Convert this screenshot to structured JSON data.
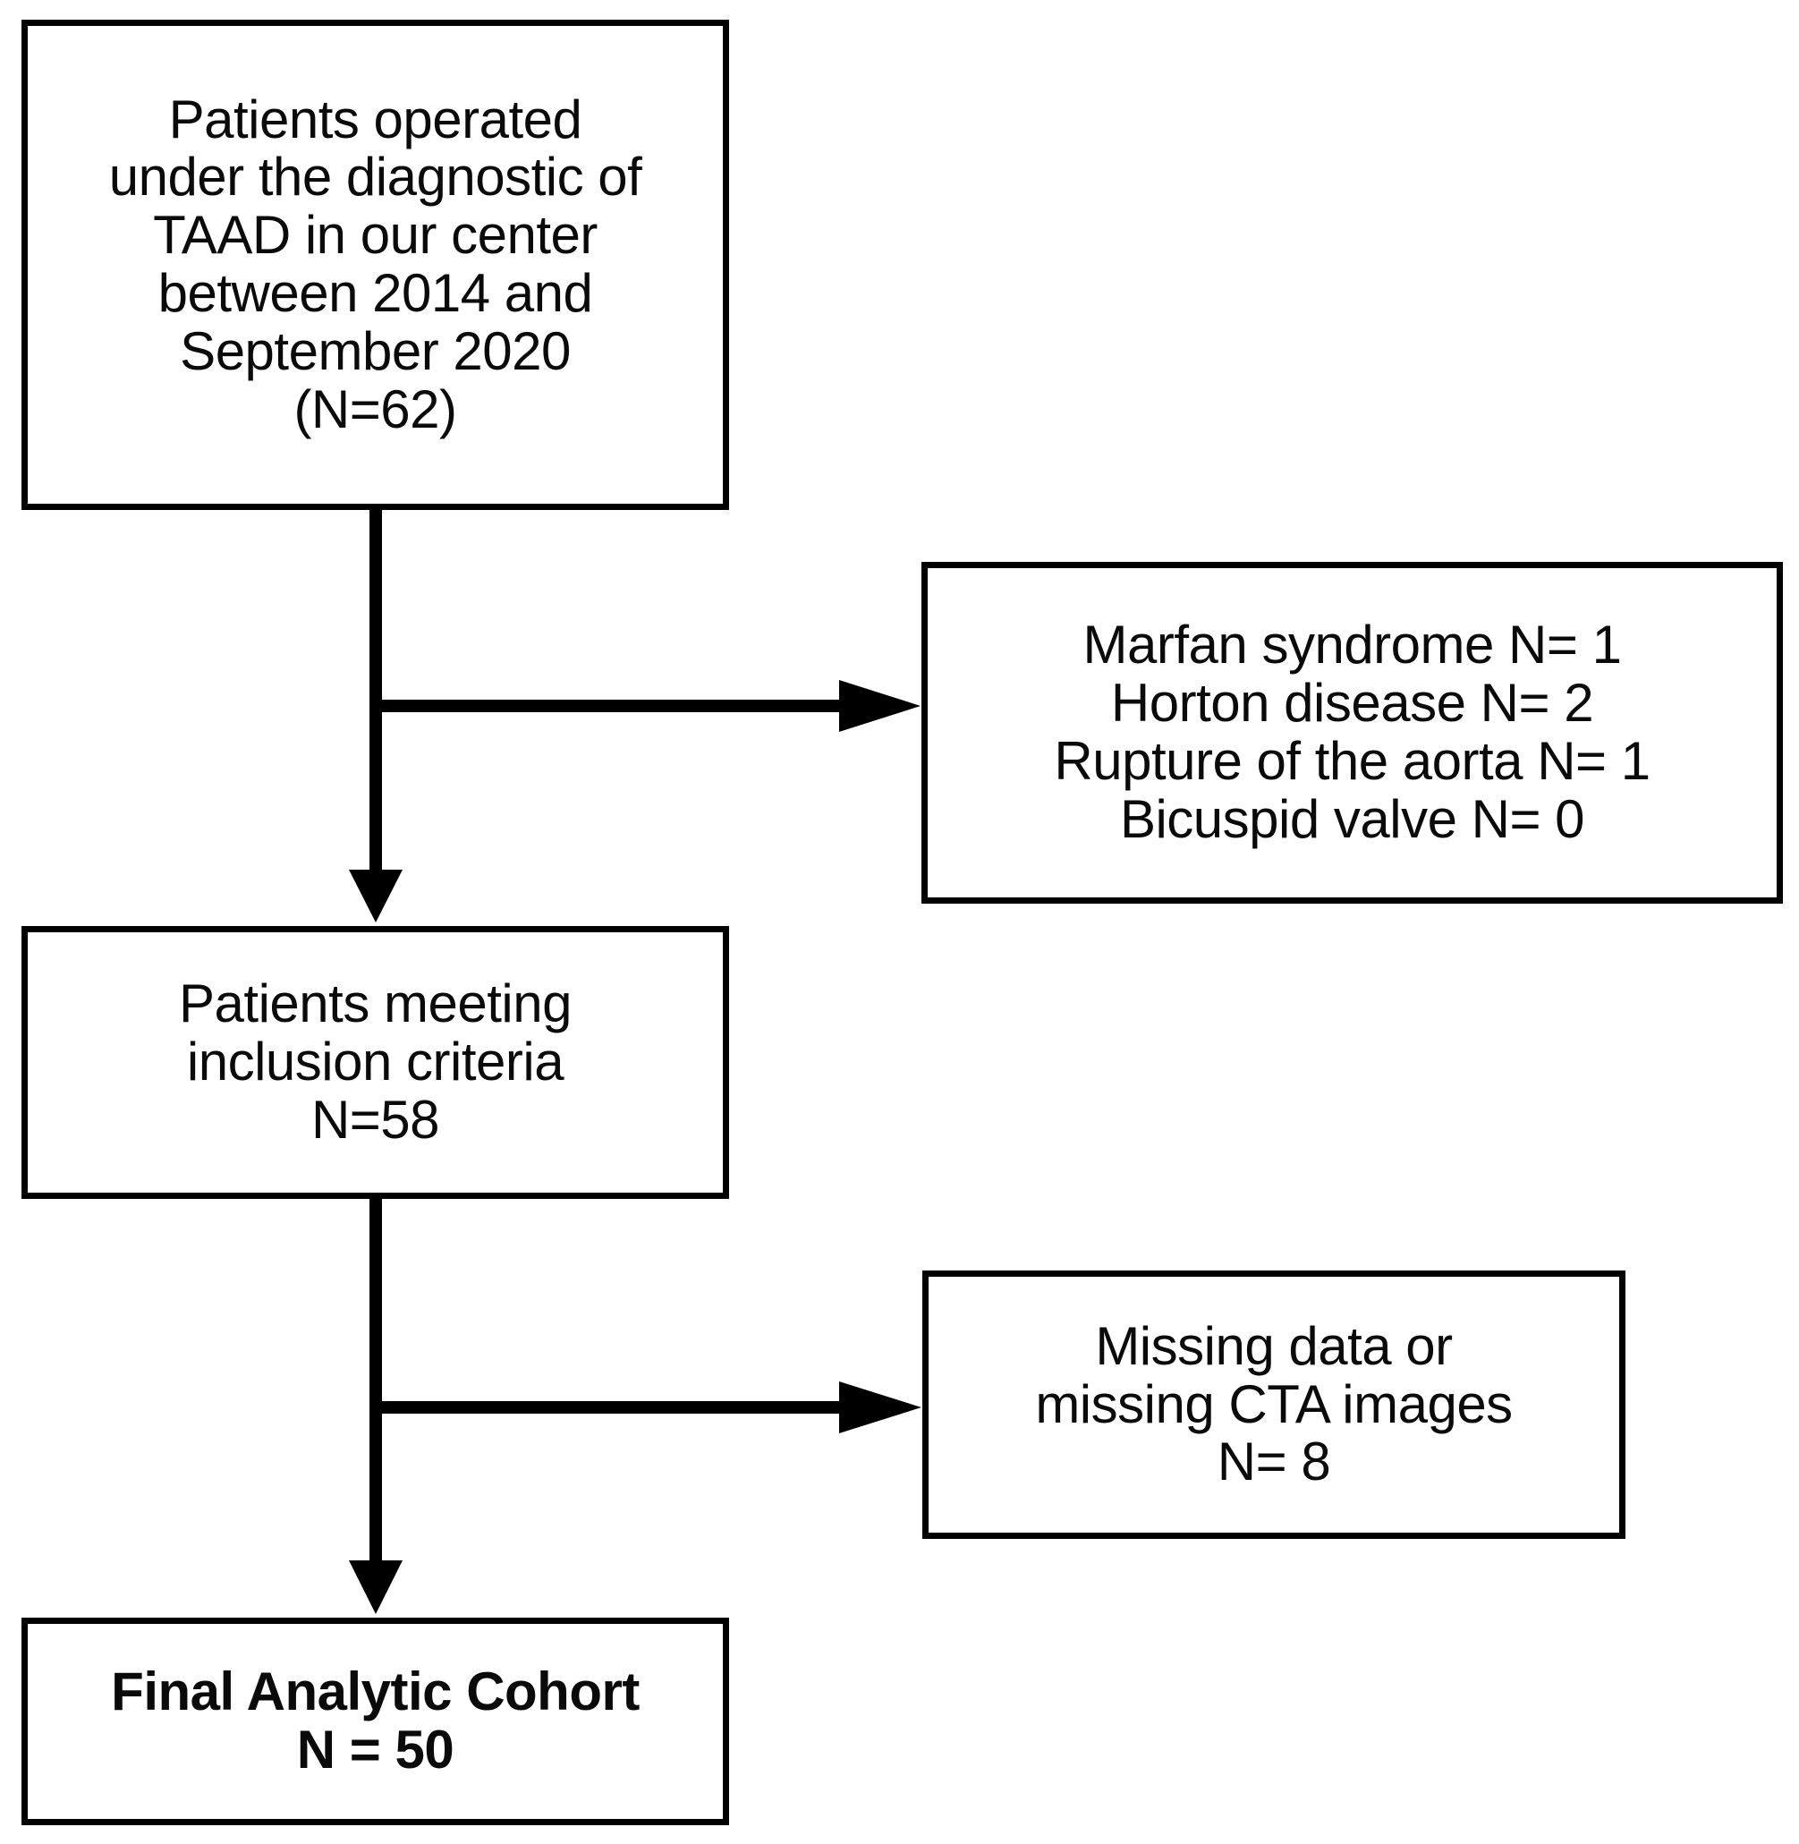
{
  "diagram": {
    "type": "flowchart",
    "orientation": "top-down",
    "colors": {
      "background": "#ffffff",
      "box_border": "#000000",
      "text": "#0a0a0a",
      "connector": "#000000"
    },
    "nodes": [
      {
        "id": "cohort-source",
        "role": "source-population",
        "bold": false,
        "lines": [
          "Patients operated",
          "under the diagnostic of",
          "TAAD in our center",
          "between 2014 and",
          "September 2020",
          "(N=62)"
        ]
      },
      {
        "id": "excluded-diagnoses",
        "role": "exclusion",
        "bold": false,
        "lines": [
          "Marfan syndrome N= 1",
          "Horton disease N= 2",
          "Rupture of the aorta N= 1",
          "Bicuspid valve N= 0"
        ]
      },
      {
        "id": "inclusion-criteria",
        "role": "intermediate-population",
        "bold": false,
        "lines": [
          "Patients meeting",
          "inclusion criteria",
          "N=58"
        ]
      },
      {
        "id": "excluded-missing",
        "role": "exclusion",
        "bold": false,
        "lines": [
          "Missing data or",
          "missing CTA images",
          "N= 8"
        ]
      },
      {
        "id": "final-cohort",
        "role": "final-population",
        "bold": true,
        "lines": [
          "Final Analytic Cohort",
          "N = 50"
        ]
      }
    ],
    "connectors": [
      {
        "id": "source-to-inclusion",
        "from": "cohort-source",
        "to": "inclusion-criteria",
        "direction": "down",
        "arrowhead": true
      },
      {
        "id": "source-to-excluded-diagnoses",
        "from": "cohort-source",
        "to": "excluded-diagnoses",
        "direction": "right",
        "arrowhead": true
      },
      {
        "id": "inclusion-to-final",
        "from": "inclusion-criteria",
        "to": "final-cohort",
        "direction": "down",
        "arrowhead": true
      },
      {
        "id": "inclusion-to-excluded-missing",
        "from": "inclusion-criteria",
        "to": "excluded-missing",
        "direction": "right",
        "arrowhead": true
      }
    ],
    "counts": {
      "screened": 62,
      "excluded_marfan_syndrome": 1,
      "excluded_horton_disease": 2,
      "excluded_rupture_of_aorta": 1,
      "excluded_bicuspid_valve": 0,
      "included": 58,
      "excluded_missing_data_or_cta": 8,
      "final_analytic_cohort": 50
    }
  }
}
